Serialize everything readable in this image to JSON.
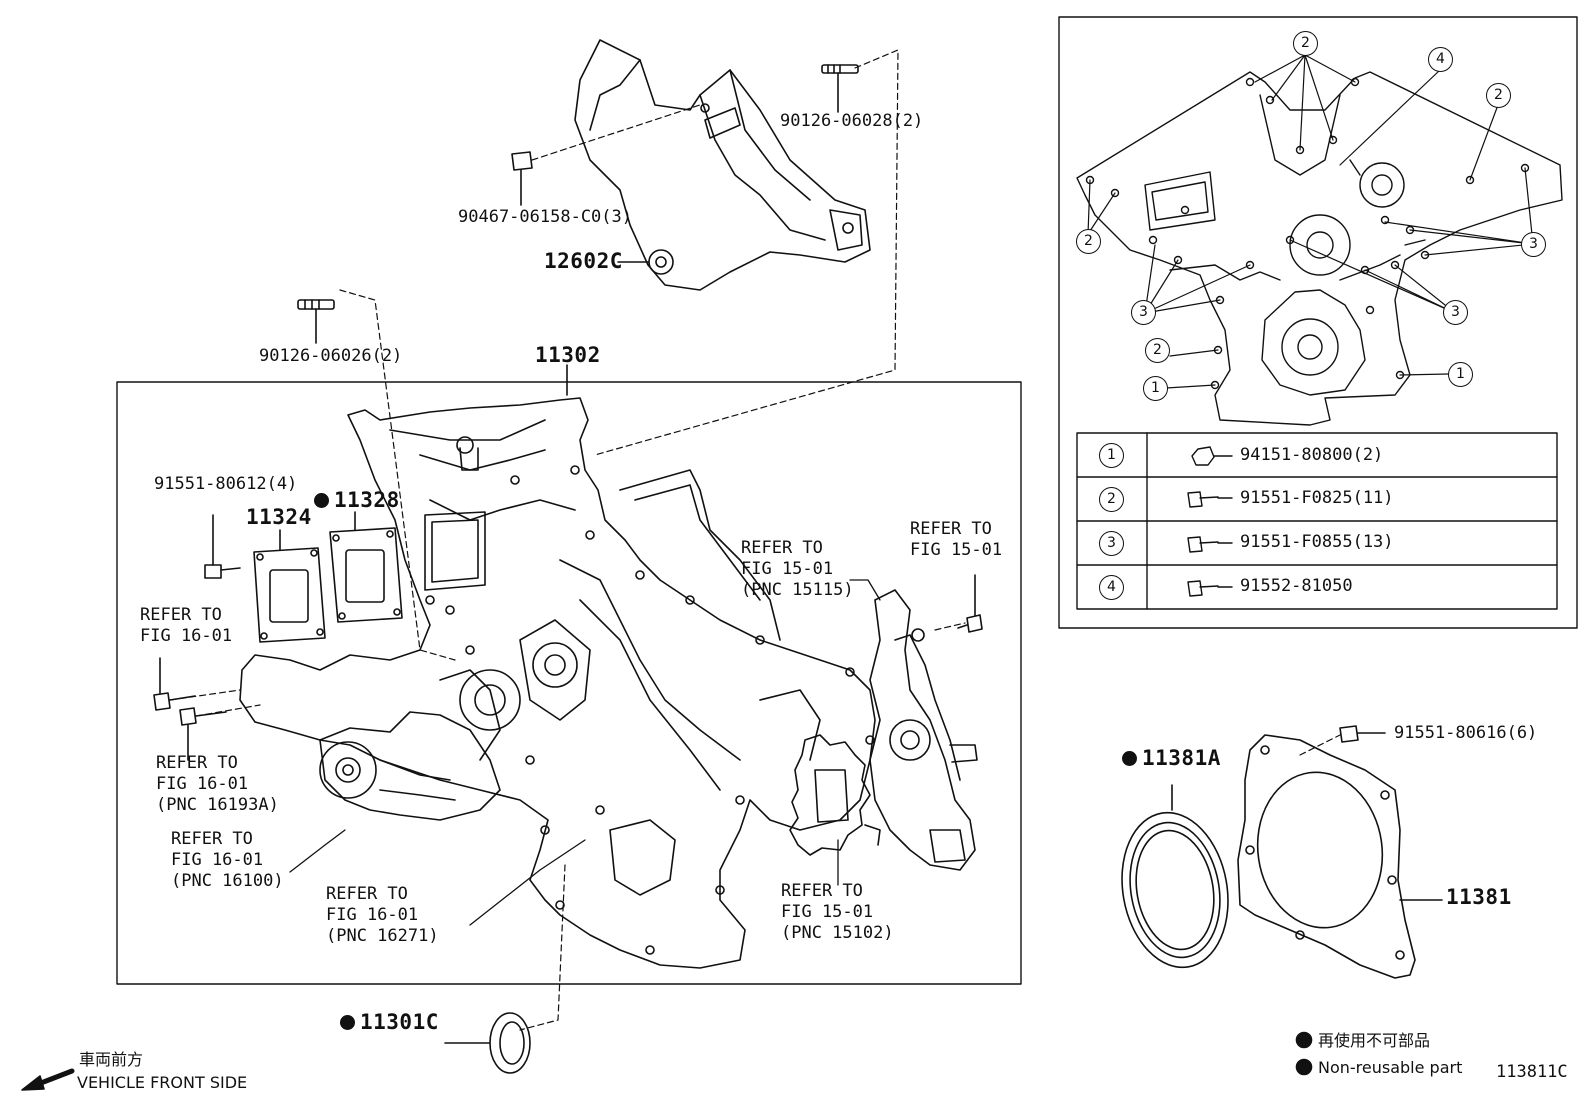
{
  "callouts": {
    "stud_upper": "90126-06028(2)",
    "bolt_upper": "90467-06158-C0(3)",
    "cover_upper": "12602C",
    "stud_left": "90126-06026(2)",
    "cover_main": "11302",
    "bolt_left": "91551-80612(4)",
    "gasket": "11324",
    "gasket_reuse": "11328",
    "seal_front": "11301C",
    "seal_rear": "11381A",
    "retainer": "11381",
    "bolt_retainer": "91551-80616(6)"
  },
  "refers": {
    "r1": [
      "REFER TO",
      "FIG 16-01"
    ],
    "r2": [
      "REFER TO",
      "FIG 16-01",
      "(PNC 16193A)"
    ],
    "r3": [
      "REFER TO",
      "FIG 16-01",
      "(PNC 16100)"
    ],
    "r4": [
      "REFER TO",
      "FIG 16-01",
      "(PNC 16271)"
    ],
    "r5": [
      "REFER TO",
      "FIG 15-01",
      "(PNC 15115)"
    ],
    "r6": [
      "REFER TO",
      "FIG 15-01"
    ],
    "r7": [
      "REFER TO",
      "FIG 15-01",
      "(PNC 15102)"
    ]
  },
  "bolt_table": [
    {
      "key": "1",
      "part": "94151-80800(2)"
    },
    {
      "key": "2",
      "part": "91551-F0825(11)"
    },
    {
      "key": "3",
      "part": "91551-F0855(13)"
    },
    {
      "key": "4",
      "part": "91552-81050"
    }
  ],
  "inset_markers": [
    "2",
    "4",
    "2",
    "2",
    "3",
    "3",
    "3",
    "2",
    "1",
    "1"
  ],
  "legend": {
    "ja": "再使用不可部品",
    "en": "Non-reusable part"
  },
  "direction": {
    "ja": "車両前方",
    "en": "VEHICLE FRONT SIDE"
  },
  "figure_code": "113811C"
}
